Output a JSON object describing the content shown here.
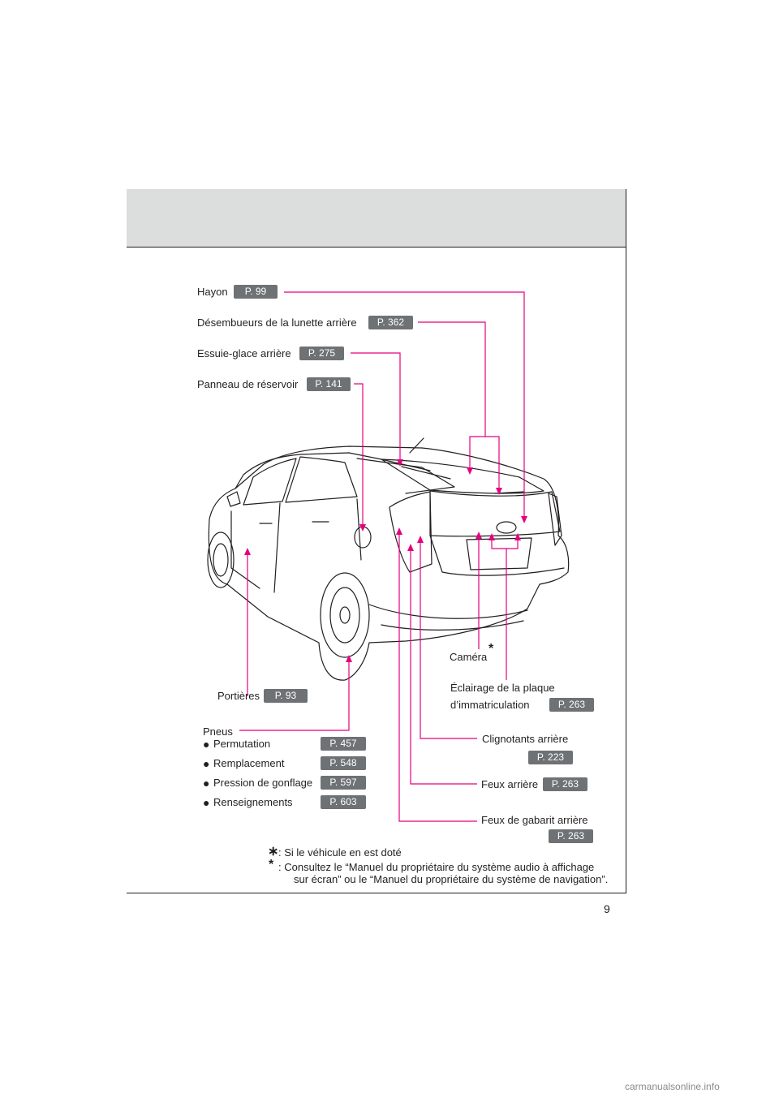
{
  "page_number": "9",
  "watermark": "carmanualsonline.info",
  "callouts": {
    "hayon": {
      "label": "Hayon",
      "page": "P. 99"
    },
    "desembueurs": {
      "label": "Désembueurs de la lunette arrière",
      "page": "P. 362"
    },
    "essuie_glace": {
      "label": "Essuie-glace arrière",
      "page": "P. 275"
    },
    "panneau": {
      "label": "Panneau de réservoir",
      "page": "P. 141"
    },
    "camera": {
      "label": "Caméra",
      "star": "*"
    },
    "eclairage": {
      "label_line1": "Éclairage de la plaque",
      "label_line2": "d’immatriculation",
      "page": "P. 263"
    },
    "portieres": {
      "label": "Portières",
      "page": "P. 93"
    },
    "clignotants": {
      "label": "Clignotants arrière",
      "page": "P. 223"
    },
    "feux_arriere": {
      "label": "Feux arrière",
      "page": "P. 263"
    },
    "feux_gabarit": {
      "label": "Feux de gabarit arrière",
      "page": "P. 263"
    }
  },
  "pneus": {
    "label": "Pneus",
    "items": [
      {
        "label": "Permutation",
        "page": "P. 457"
      },
      {
        "label": "Remplacement",
        "page": "P. 548"
      },
      {
        "label": "Pression de gonflage",
        "page": "P. 597"
      },
      {
        "label": "Renseignements",
        "page": "P. 603"
      }
    ],
    "bullet": "●"
  },
  "notes": {
    "note1_mark": "∗",
    "note1_text": ": Si le véhicule en est doté",
    "note2_mark": "*",
    "note2_text_line1": ":  Consultez le “Manuel du propriétaire du système audio à affichage",
    "note2_text_line2": "sur écran” ou le “Manuel du propriétaire du système de navigation”."
  },
  "colors": {
    "callout_line": "#e5007f",
    "pill_bg": "#6e7275",
    "header_band": "#dcdddd"
  }
}
